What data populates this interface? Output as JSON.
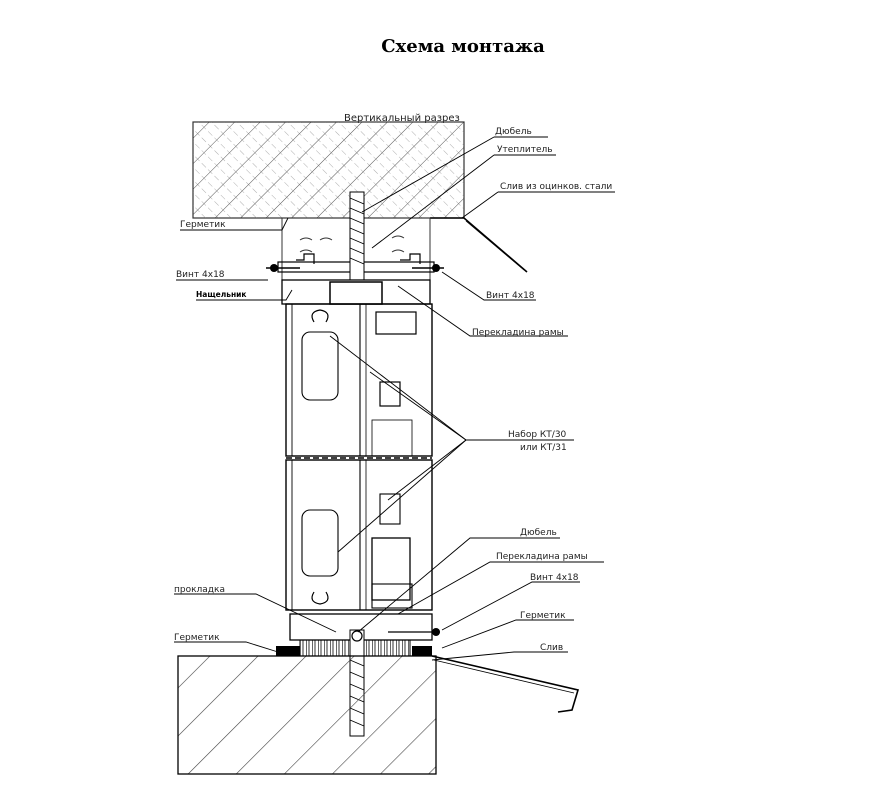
{
  "title": "Схема монтажа",
  "section_title": "Вертикальный разрез",
  "labels": {
    "dowel_top": "Дюбель",
    "insulation": "Утеплитель",
    "drip_top": "Слив из оцинков. стали",
    "sealant_top": "Герметик",
    "screw_left": "Винт 4х18",
    "cover_strip": "Нащельник",
    "screw_right_top": "Винт 4х18",
    "frame_crossbar_top": "Перекладина рамы",
    "kit_line1": "Набор КТ/30",
    "kit_line2": "или  КТ/31",
    "dowel_bottom": "Дюбель",
    "frame_crossbar_bottom": "Перекладина рамы",
    "screw_right_bottom": "Винт 4х18",
    "gasket": "прокладка",
    "sealant_right": "Герметик",
    "sealant_bottom": "Герметик",
    "drip_bottom": "Слив"
  }
}
